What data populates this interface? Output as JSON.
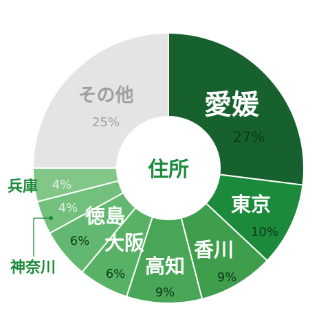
{
  "chart_data": {
    "type": "pie",
    "donut": true,
    "center_label": "住所",
    "slices": [
      {
        "label": "愛媛",
        "value": 27,
        "percent_text": "27%",
        "color": "#17612e"
      },
      {
        "label": "東京",
        "value": 10,
        "percent_text": "10%",
        "color": "#1b8a3a"
      },
      {
        "label": "香川",
        "value": 9,
        "percent_text": "9%",
        "color": "#3e9e4c"
      },
      {
        "label": "高知",
        "value": 9,
        "percent_text": "9%",
        "color": "#48a656"
      },
      {
        "label": "大阪",
        "value": 6,
        "percent_text": "6%",
        "color": "#58b266"
      },
      {
        "label": "徳島",
        "value": 6,
        "percent_text": "6%",
        "color": "#62b870"
      },
      {
        "label": "神奈川",
        "value": 4,
        "percent_text": "4%",
        "color": "#72c07c"
      },
      {
        "label": "兵庫",
        "value": 4,
        "percent_text": "4%",
        "color": "#82c688"
      },
      {
        "label": "その他",
        "value": 25,
        "percent_text": "25%",
        "color": "#e4e4e4"
      }
    ]
  }
}
